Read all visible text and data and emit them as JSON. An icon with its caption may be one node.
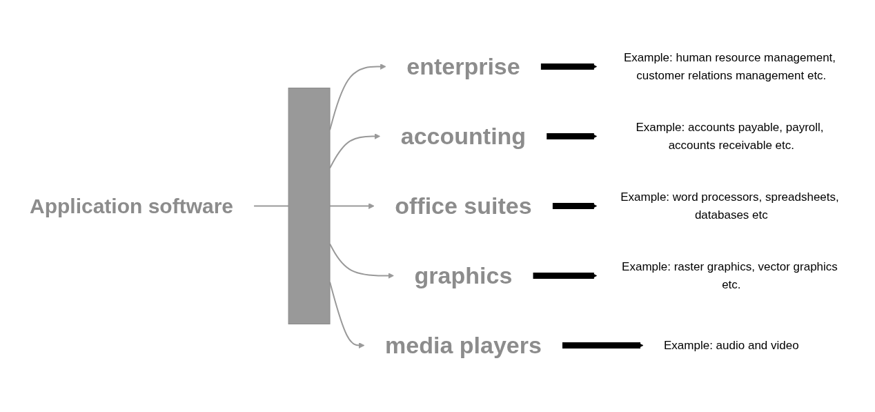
{
  "diagram": {
    "nodes": [
      {
        "text": [
          "Application software"
        ]
      },
      {
        "text": [],
        "shape": "bar"
      },
      {
        "text": [
          "enterprise"
        ]
      },
      {
        "text": [
          "Example: human resource management, customer relations management etc."
        ]
      },
      {
        "text": [
          "accounting"
        ]
      },
      {
        "text": [
          "Example: accounts payable, payroll, accounts receivable etc."
        ]
      },
      {
        "text": [
          "office suites"
        ]
      },
      {
        "text": [
          "Example: word processors, spreadsheets, databases etc"
        ]
      },
      {
        "text": [
          "graphics"
        ]
      },
      {
        "text": [
          "Example: raster graphics, vector graphics etc."
        ]
      },
      {
        "text": [
          "media players"
        ]
      },
      {
        "text": [
          "Example: audio and video"
        ]
      }
    ],
    "edges": [
      {
        "from": 0,
        "to": 1,
        "arrow": "none"
      },
      {
        "from": 1,
        "to": 2,
        "arrow": "to"
      },
      {
        "from": 1,
        "to": 4,
        "arrow": "to"
      },
      {
        "from": 1,
        "to": 6,
        "arrow": "to"
      },
      {
        "from": 1,
        "to": 8,
        "arrow": "to"
      },
      {
        "from": 1,
        "to": 10,
        "arrow": "to"
      },
      {
        "from": 2,
        "to": 3,
        "arrow": "to",
        "style": "thick",
        "color": "#000000"
      },
      {
        "from": 4,
        "to": 5,
        "arrow": "to",
        "style": "thick",
        "color": "#000000"
      },
      {
        "from": 6,
        "to": 7,
        "arrow": "to",
        "style": "thick",
        "color": "#000000"
      },
      {
        "from": 8,
        "to": 9,
        "arrow": "to",
        "style": "thick",
        "color": "#000000"
      },
      {
        "from": 10,
        "to": 11,
        "arrow": "to",
        "style": "thick",
        "color": "#000000"
      }
    ]
  }
}
